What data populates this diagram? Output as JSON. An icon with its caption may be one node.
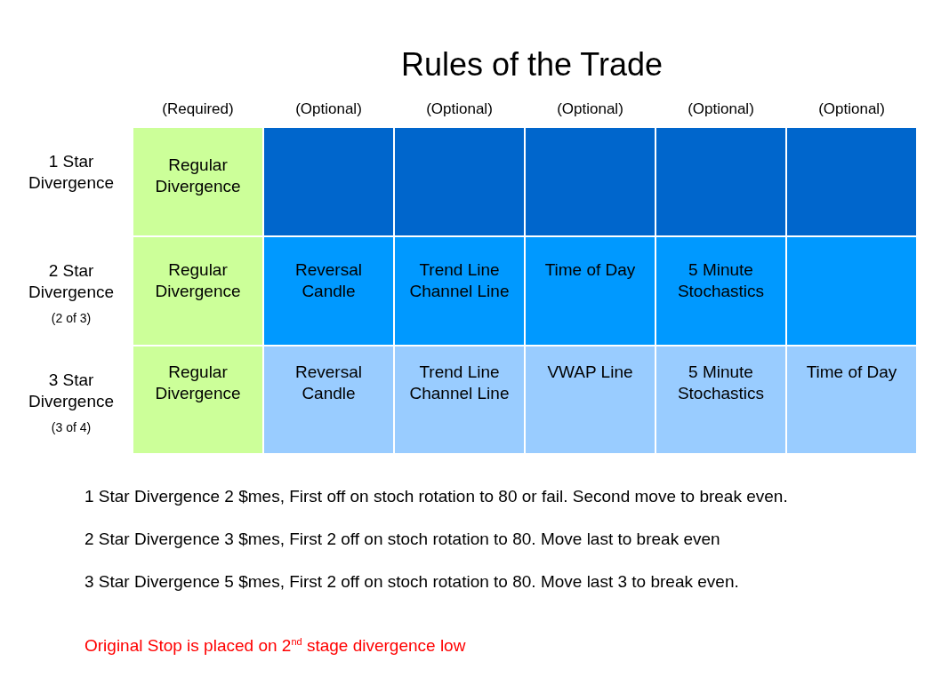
{
  "diagram": {
    "title": "Rules of the Trade",
    "labels": [
      "(Required)",
      "(Optional)",
      "(Optional)",
      "(Optional)",
      "(Optional)",
      "(Optional)",
      "1 Star Divergence",
      "Regular Divergence",
      "2 Star Divergence",
      "(2 of 3)",
      "Regular Divergence",
      "Reversal Candle",
      "Trend Line Channel Line",
      "Time of Day",
      "5 Minute Stochastics",
      "3 Star Divergence",
      "(3 of 4)",
      "Regular Divergence",
      "Reversal Candle",
      "Trend Line Channel Line",
      "VWAP Line",
      "5 Minute Stochastics",
      "Time of Day",
      "1 Star Divergence 2 $mes, First off on stoch rotation to 80 or fail. Second move to break even.",
      "2 Star Divergence 3 $mes, First 2 off on stoch rotation to 80. Move last to break even",
      "3 Star Divergence 5 $mes, First 2 off on stoch rotation to 80. Move last 3 to break even.",
      "Original Stop is placed on 2$^{nd}$ stage divergence low"
    ]
  }
}
